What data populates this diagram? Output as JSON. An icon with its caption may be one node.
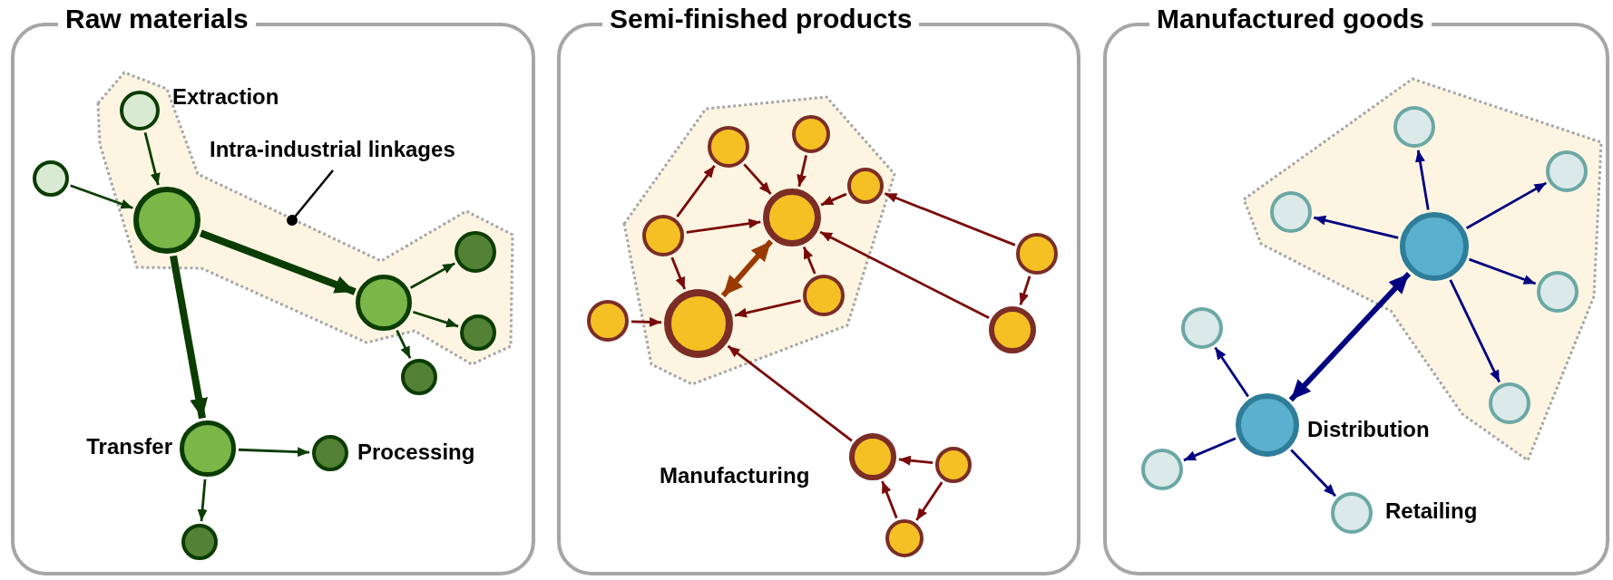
{
  "diagram": {
    "nodes": [
      {
        "text": [
          "Raw materials"
        ]
      },
      {
        "text": [],
        "shape": "polygon",
        "in": 0
      },
      {
        "text": [],
        "shape": "circle",
        "in": 1,
        "beside": [
          "Extraction"
        ]
      },
      {
        "text": [
          "Intra-industrial linkages"
        ],
        "in": 0
      },
      {
        "text": [],
        "shape": "circle",
        "in": 0
      },
      {
        "text": [],
        "shape": "circle",
        "in": 1
      },
      {
        "text": [],
        "shape": "circle",
        "in": 1
      },
      {
        "text": [],
        "shape": "circle",
        "in": 1
      },
      {
        "text": [],
        "shape": "circle",
        "in": 1
      },
      {
        "text": [],
        "shape": "circle",
        "in": 0
      },
      {
        "text": [],
        "shape": "circle",
        "in": 0,
        "beside": [
          "Transfer"
        ]
      },
      {
        "text": [],
        "shape": "circle",
        "in": 0,
        "beside": [
          "Processing"
        ]
      },
      {
        "text": [],
        "shape": "circle",
        "in": 0
      },
      {
        "text": [
          "Semi-finished products"
        ]
      },
      {
        "text": [],
        "shape": "polygon",
        "in": 13
      },
      {
        "text": [],
        "shape": "circle",
        "in": 14
      },
      {
        "text": [],
        "shape": "circle",
        "in": 14
      },
      {
        "text": [],
        "shape": "circle",
        "in": 14
      },
      {
        "text": [],
        "shape": "circle",
        "in": 14
      },
      {
        "text": [],
        "shape": "circle",
        "in": 14
      },
      {
        "text": [],
        "shape": "circle",
        "in": 14
      },
      {
        "text": [],
        "shape": "circle",
        "in": 14
      },
      {
        "text": [],
        "shape": "circle",
        "in": 13
      },
      {
        "text": [],
        "shape": "circle",
        "in": 13
      },
      {
        "text": [],
        "shape": "circle",
        "in": 13
      },
      {
        "text": [],
        "shape": "circle",
        "in": 13,
        "beside": [
          "Manufacturing"
        ]
      },
      {
        "text": [],
        "shape": "circle",
        "in": 13
      },
      {
        "text": [],
        "shape": "circle",
        "in": 13
      },
      {
        "text": [
          "Manufactured goods"
        ]
      },
      {
        "text": [],
        "shape": "polygon",
        "in": 28
      },
      {
        "text": [],
        "shape": "circle",
        "in": 29
      },
      {
        "text": [],
        "shape": "circle",
        "in": 29
      },
      {
        "text": [],
        "shape": "circle",
        "in": 29
      },
      {
        "text": [],
        "shape": "circle",
        "in": 29
      },
      {
        "text": [],
        "shape": "circle",
        "in": 29
      },
      {
        "text": [],
        "shape": "circle",
        "in": 29
      },
      {
        "text": [],
        "shape": "circle",
        "in": 28
      },
      {
        "text": [],
        "shape": "circle",
        "in": 28,
        "beside": [
          "Distribution"
        ]
      },
      {
        "text": [],
        "shape": "circle",
        "in": 28
      },
      {
        "text": [],
        "shape": "circle",
        "in": 28,
        "beside": [
          "Retailing"
        ]
      }
    ],
    "edges": [
      {
        "from": 2,
        "to": 5,
        "arrow": "to",
        "color": "#0b3d02"
      },
      {
        "from": 4,
        "to": 5,
        "arrow": "to",
        "color": "#0b3d02"
      },
      {
        "from": 5,
        "to": 7,
        "arrow": "to",
        "style": "thick",
        "color": "#0b3d02"
      },
      {
        "from": 5,
        "to": 10,
        "arrow": "to",
        "style": "thick",
        "color": "#0b3d02"
      },
      {
        "from": 7,
        "to": 6,
        "arrow": "to",
        "color": "#0b3d02"
      },
      {
        "from": 7,
        "to": 8,
        "arrow": "to",
        "color": "#0b3d02"
      },
      {
        "from": 7,
        "to": 9,
        "arrow": "to",
        "color": "#0b3d02"
      },
      {
        "from": 10,
        "to": 11,
        "arrow": "to",
        "color": "#0b3d02"
      },
      {
        "from": 10,
        "to": 12,
        "arrow": "to",
        "color": "#0b3d02"
      },
      {
        "from": 3,
        "to": 1,
        "arrow": "other",
        "color": "#000000"
      },
      {
        "from": 19,
        "to": 16,
        "arrow": "to"
      },
      {
        "from": 16,
        "to": 18,
        "arrow": "to"
      },
      {
        "from": 15,
        "to": 18,
        "arrow": "to"
      },
      {
        "from": 17,
        "to": 18,
        "arrow": "to"
      },
      {
        "from": 19,
        "to": 18,
        "arrow": "to"
      },
      {
        "from": 19,
        "to": 21,
        "arrow": "to"
      },
      {
        "from": 20,
        "to": 18,
        "arrow": "to"
      },
      {
        "from": 20,
        "to": 21,
        "arrow": "to"
      },
      {
        "from": 18,
        "to": 21,
        "arrow": "both",
        "style": "thick",
        "color": "#9a3a00"
      },
      {
        "from": 22,
        "to": 21,
        "arrow": "to"
      },
      {
        "from": 23,
        "to": 17,
        "arrow": "to"
      },
      {
        "from": 23,
        "to": 24,
        "arrow": "to"
      },
      {
        "from": 24,
        "to": 18,
        "arrow": "to"
      },
      {
        "from": 25,
        "to": 21,
        "arrow": "to"
      },
      {
        "from": 26,
        "to": 25,
        "arrow": "to"
      },
      {
        "from": 26,
        "to": 27,
        "arrow": "to"
      },
      {
        "from": 27,
        "to": 25,
        "arrow": "to"
      },
      {
        "from": 33,
        "to": 30,
        "arrow": "to",
        "color": "#000080"
      },
      {
        "from": 33,
        "to": 32,
        "arrow": "to",
        "color": "#000080"
      },
      {
        "from": 33,
        "to": 31,
        "arrow": "to",
        "color": "#000080"
      },
      {
        "from": 33,
        "to": 34,
        "arrow": "to",
        "color": "#000080"
      },
      {
        "from": 33,
        "to": 35,
        "arrow": "to",
        "color": "#000080"
      },
      {
        "from": 37,
        "to": 33,
        "arrow": "both",
        "style": "thick",
        "color": "#000080"
      },
      {
        "from": 37,
        "to": 36,
        "arrow": "to",
        "color": "#000080"
      },
      {
        "from": 37,
        "to": 38,
        "arrow": "to",
        "color": "#000080"
      },
      {
        "from": 37,
        "to": 39,
        "arrow": "to",
        "color": "#000080"
      }
    ]
  }
}
